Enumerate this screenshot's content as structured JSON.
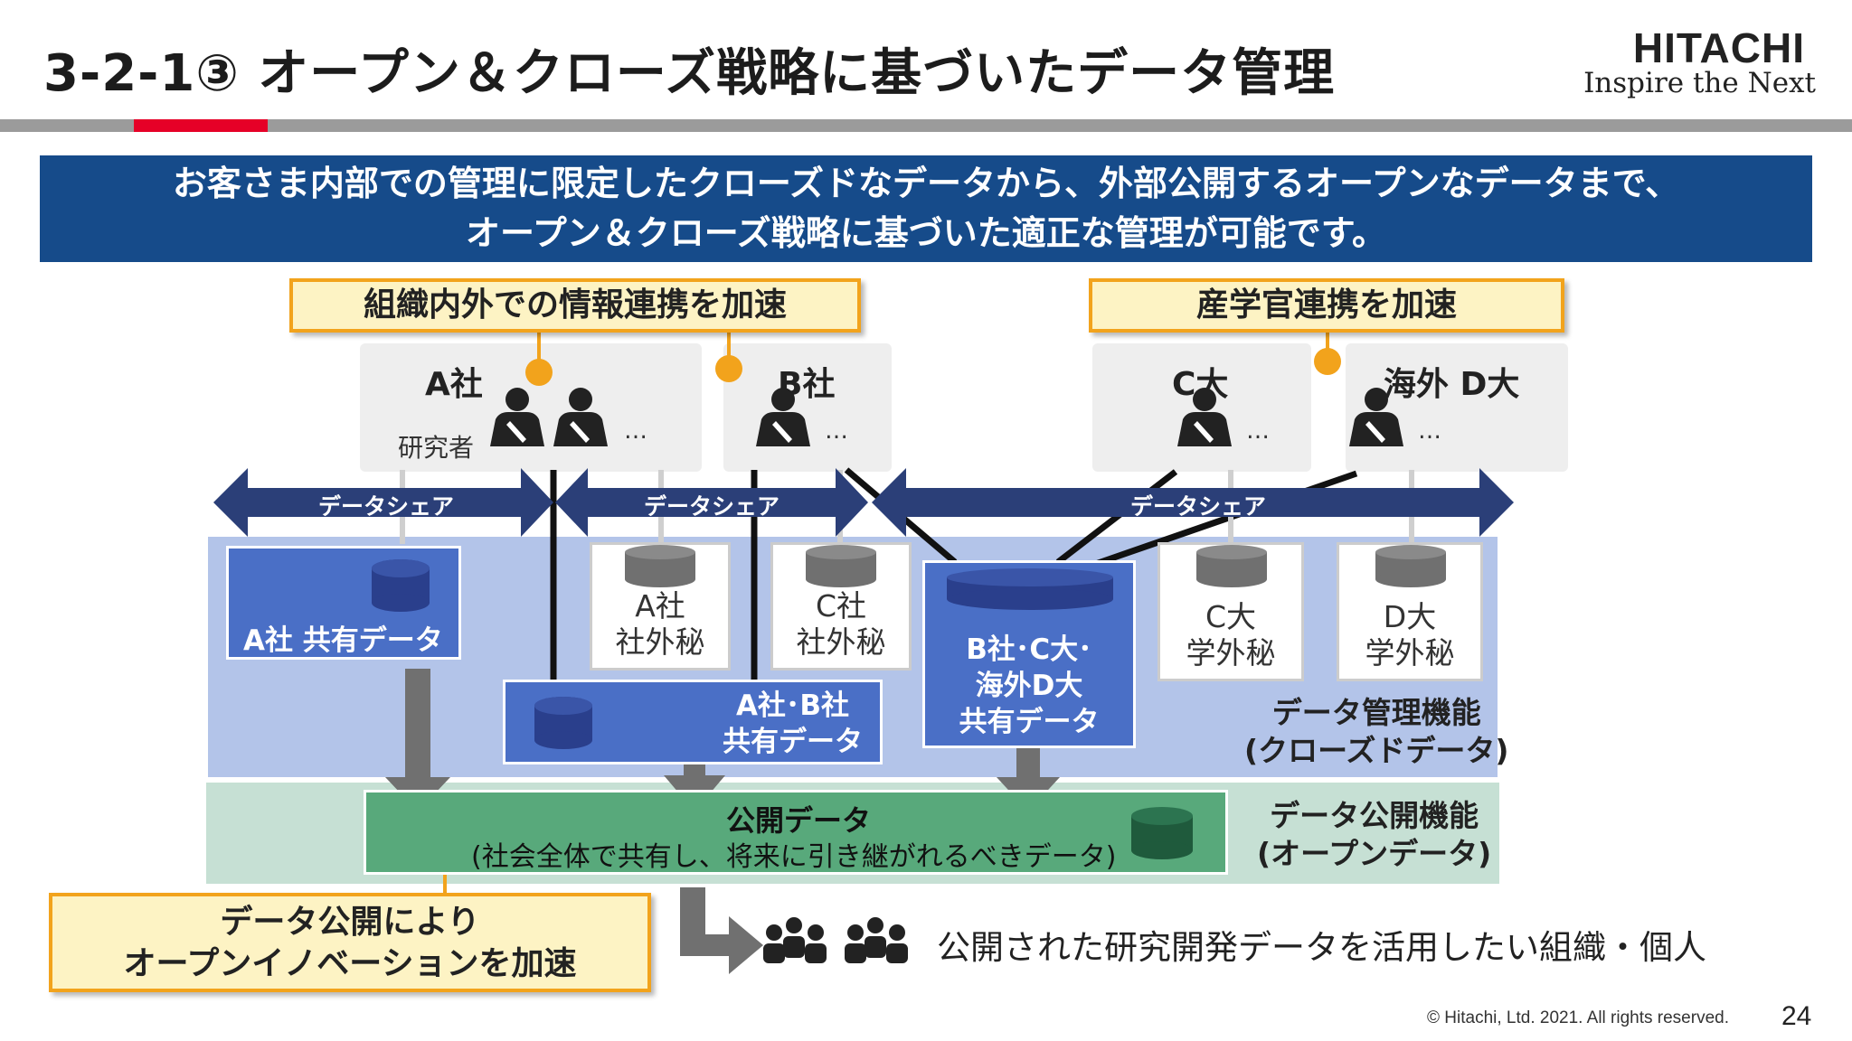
{
  "header": {
    "title": "3-2-1③ オープン＆クローズ戦略に基づいたデータ管理",
    "logo_line1": "HITACHI",
    "logo_line2": "Inspire the Next"
  },
  "banner": {
    "line1": "お客さま内部での管理に限定したクローズドなデータから、外部公開するオープンなデータまで、",
    "line2": "オープン＆クローズ戦略に基づいた適正な管理が可能です。"
  },
  "callouts": {
    "inter_org": "組織内外での情報連携を加速",
    "industry_academia": "産学官連携を加速",
    "open_innovation_line1": "データ公開により",
    "open_innovation_line2": "オープンイノベーションを加速"
  },
  "orgs": {
    "a": "A社",
    "b": "B社",
    "c": "C大",
    "d": "海外 D大",
    "researcher": "研究者",
    "more": "…"
  },
  "share_label": "データシェア",
  "closed": {
    "a_shared": "A社 共有データ",
    "a_secret_line1": "A社",
    "a_secret_line2": "社外秘",
    "c_secret_line1": "C社",
    "c_secret_line2": "社外秘",
    "ab_shared_line1": "A社･B社",
    "ab_shared_line2": "共有データ",
    "bcd_line1": "B社･C大･",
    "bcd_line2": "海外D大",
    "bcd_line3": "共有データ",
    "c_univ_line1": "C大",
    "c_univ_line2": "学外秘",
    "d_univ_line1": "D大",
    "d_univ_line2": "学外秘",
    "function_line1": "データ管理機能",
    "function_line2": "(クローズドデータ)"
  },
  "open": {
    "title": "公開データ",
    "subtitle": "(社会全体で共有し、将来に引き継がれるべきデータ)",
    "function_line1": "データ公開機能",
    "function_line2": "(オープンデータ)"
  },
  "users_text": "公開された研究開発データを活用したい組織・個人",
  "footer": {
    "copyright": "© Hitachi, Ltd. 2021. All rights reserved.",
    "page": "24"
  },
  "colors": {
    "banner": "#164b8a",
    "accent_red": "#e60027",
    "callout_border": "#f2a31c",
    "closed_panel": "#b3c4e9",
    "open_panel": "#c6e0d4",
    "share_arrow": "#2b3f78",
    "blue_box": "#4a6fc6",
    "green_box": "#58a97b"
  }
}
